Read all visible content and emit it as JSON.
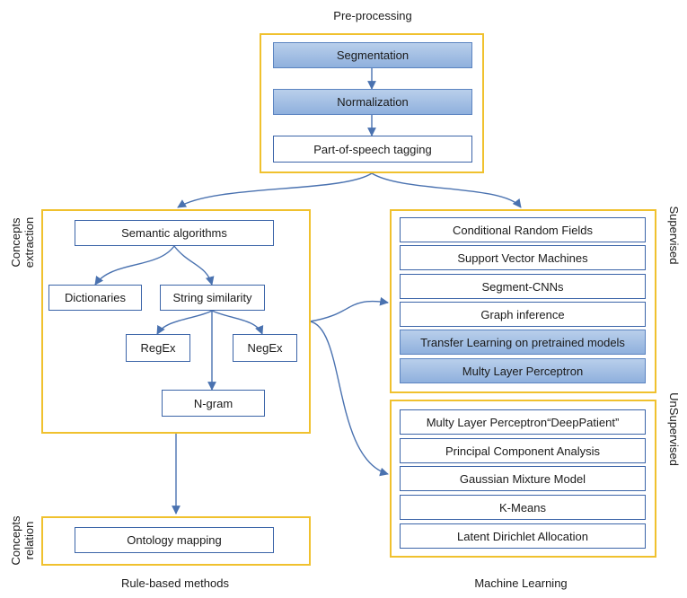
{
  "titles": {
    "preprocessing": "Pre-processing",
    "rule_based": "Rule-based methods",
    "machine_learning": "Machine Learning"
  },
  "side_labels": {
    "concepts_extraction_1": "Concepts",
    "concepts_extraction_2": "extraction",
    "concepts_relation_1": "Concepts",
    "concepts_relation_2": "relation",
    "supervised": "Supervised",
    "unsupervised": "UnSupervised"
  },
  "preprocessing": {
    "segmentation": "Segmentation",
    "normalization": "Normalization",
    "pos_tagging": "Part-of-speech tagging"
  },
  "rule_based": {
    "semantic_algorithms": "Semantic algorithms",
    "dictionaries": "Dictionaries",
    "string_similarity": "String similarity",
    "regex": "RegEx",
    "negex": "NegEx",
    "ngram": "N-gram",
    "ontology_mapping": "Ontology mapping"
  },
  "supervised": [
    "Conditional Random Fields",
    "Support Vector Machines",
    "Segment-CNNs",
    "Graph inference",
    "Transfer Learning on pretrained models",
    "Multy Layer Perceptron"
  ],
  "unsupervised": [
    "Multy Layer Perceptron“DeepPatient”",
    "Principal Component Analysis",
    "Gaussian Mixture Model",
    "K-Means",
    "Latent Dirichlet Allocation"
  ],
  "colors": {
    "frame": "#f0c12e",
    "box_border": "#3b64a8",
    "box_fill_highlight": "#a9c3e6",
    "arrow": "#4a72b0"
  }
}
